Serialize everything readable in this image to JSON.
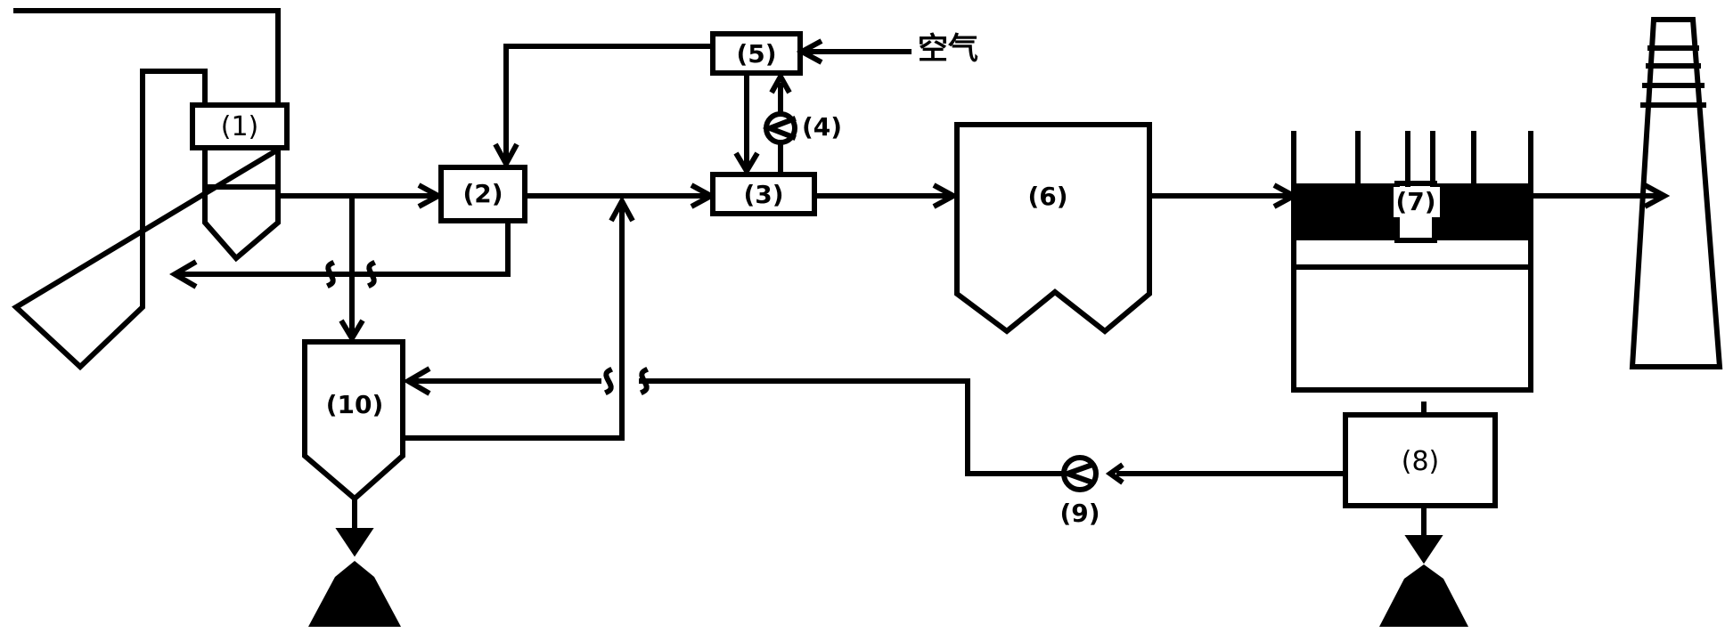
{
  "labels": {
    "unit1": "(1)",
    "unit2": "(2)",
    "unit3": "(3)",
    "unit4": "(4)",
    "unit5": "(5)",
    "unit6": "(6)",
    "unit7": "(7)",
    "unit8": "(8)",
    "unit9": "(9)",
    "unit10": "(10)",
    "air": "空气"
  }
}
